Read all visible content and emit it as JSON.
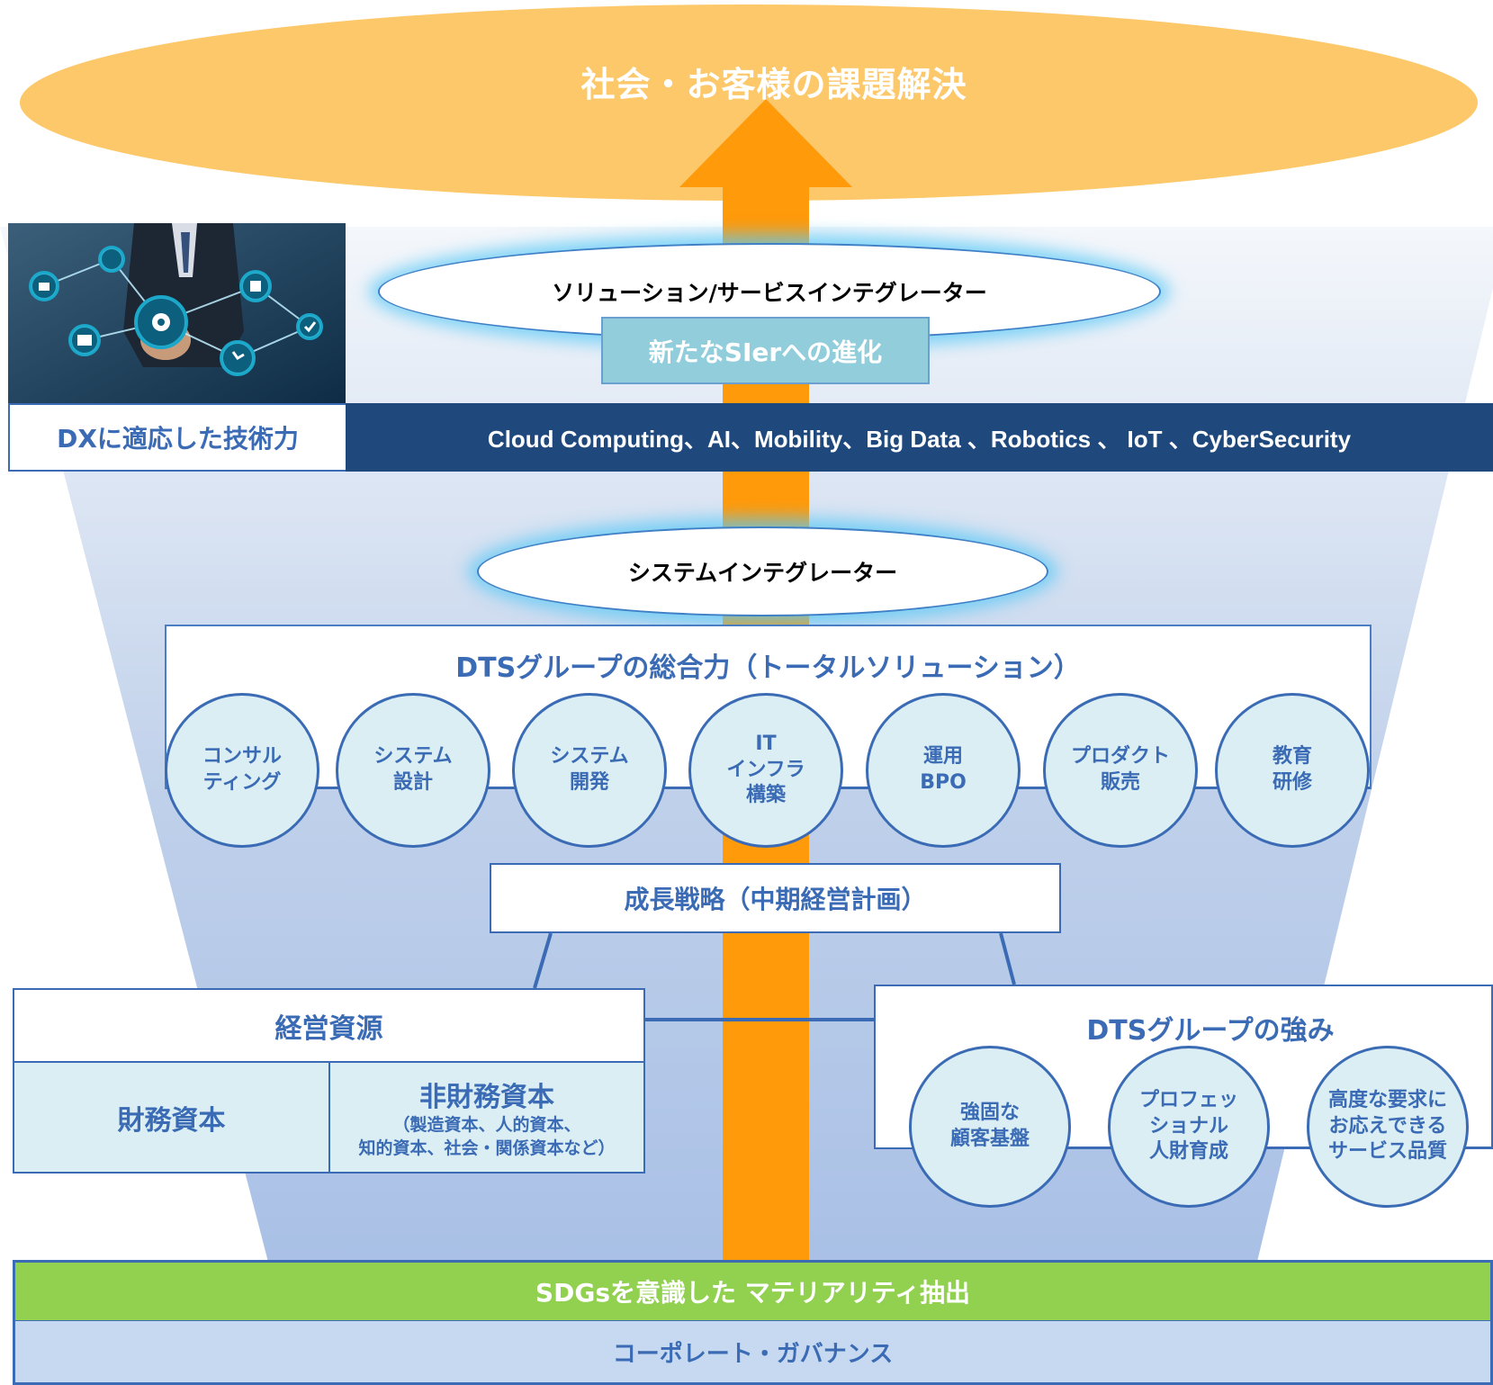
{
  "goal": "社会・お客様の課題解決",
  "solution_integrator": "ソリューション/サービスインテグレーター",
  "evolution": "新たなSIerへの進化",
  "dx_label": "DXに適応した技術力",
  "technologies": "Cloud Computing、AI、Mobility、Big Data 、Robotics 、 IoT 、CyberSecurity",
  "system_integrator": "システムインテグレーター",
  "total_solution": {
    "title": "DTSグループの総合力（トータルソリューション）",
    "services": [
      "コンサル\nティング",
      "システム\n設計",
      "システム\n開発",
      "IT\nインフラ\n構築",
      "運用\nBPO",
      "プロダクト\n販売",
      "教育\n研修"
    ]
  },
  "growth_strategy": "成長戦略（中期経営計画）",
  "resources": {
    "title": "経営資源",
    "financial": "財務資本",
    "non_financial": "非財務資本",
    "non_financial_detail": "（製造資本、人的資本、\n知的資本、社会・関係資本など）"
  },
  "strengths": {
    "title": "DTSグループの強み",
    "items": [
      "強固な\n顧客基盤",
      "プロフェッ\nショナル\n人財育成",
      "高度な要求に\nお応えできる\nサービス品質"
    ]
  },
  "sdgs": "SDGsを意識した マテリアリティ抽出",
  "governance": "コーポレート・ガバナンス",
  "colors": {
    "goal": "#fcc86a",
    "arrow": "#ff9a0a",
    "primary_blue": "#3a6bb4",
    "navy": "#1f497d",
    "light_blue": "#dbeef4",
    "green": "#92d050"
  }
}
